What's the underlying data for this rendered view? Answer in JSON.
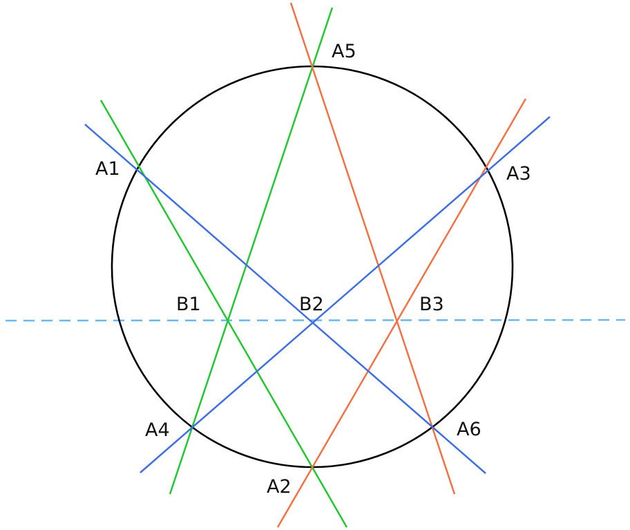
{
  "colors": {
    "circle": "#000000",
    "green": "#22c732",
    "orange": "#f47143",
    "blue": "#3f6fe0",
    "dashed": "#69b7ee"
  },
  "labels": {
    "A1": "A1",
    "A2": "A2",
    "A3": "A3",
    "A4": "A4",
    "A5": "A5",
    "A6": "A6",
    "B1": "B1",
    "B2": "B2",
    "B3": "B3"
  }
}
